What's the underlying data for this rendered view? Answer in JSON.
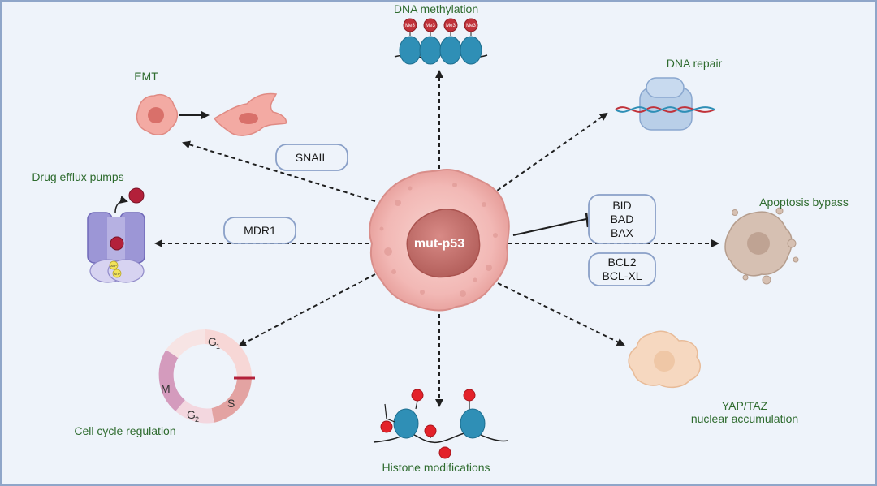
{
  "center": {
    "label": "mut-p53"
  },
  "labels": {
    "dna_methylation": "DNA methylation",
    "dna_repair": "DNA repair",
    "emt": "EMT",
    "drug_efflux": "Drug efflux pumps",
    "apoptosis_bypass": "Apoptosis bypass",
    "cell_cycle": "Cell cycle regulation",
    "histone": "Histone modifications",
    "yap_taz_line1": "YAP/TAZ",
    "yap_taz_line2": "nuclear accumulation"
  },
  "boxes": {
    "snail": "SNAIL",
    "mdr1": "MDR1",
    "pro_apoptotic": [
      "BID",
      "BAD",
      "BAX"
    ],
    "anti_apoptotic": [
      "BCL2",
      "BCL-XL"
    ]
  },
  "markers": {
    "methyl": "Me3",
    "atp": "ATP"
  },
  "cell_cycle_phases": {
    "g1": "G",
    "g1_sub": "1",
    "s": "S",
    "g2": "G",
    "g2_sub": "2",
    "m": "M"
  },
  "colors": {
    "background": "#eef3fa",
    "border": "#8fa6c9",
    "label_green": "#2e6b2e",
    "tumor_cell": "#f2b8b5",
    "nucleus": "#c9706c",
    "box_border": "#8aa0c8"
  }
}
